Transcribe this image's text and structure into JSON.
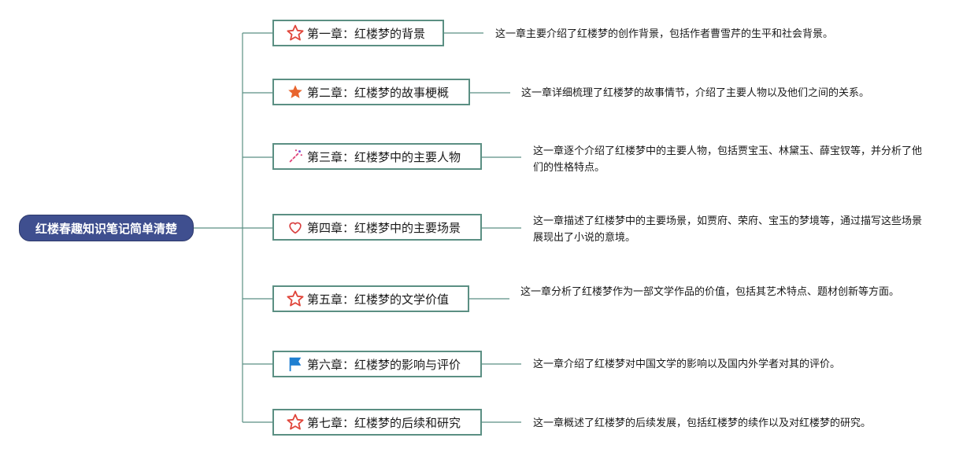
{
  "root": {
    "label": "红楼春趣知识笔记简单清楚"
  },
  "chapters": [
    {
      "title": "第一章：红楼梦的背景",
      "icon": "star-outline-icon",
      "desc": "这一章主要介绍了红楼梦的创作背景，包括作者曹雪芹的生平和社会背景。"
    },
    {
      "title": "第二章：红楼梦的故事梗概",
      "icon": "star-filled-icon",
      "desc": "这一章详细梳理了红楼梦的故事情节，介绍了主要人物以及他们之间的关系。"
    },
    {
      "title": "第三章：红楼梦中的主要人物",
      "icon": "sparkle-wand-icon",
      "desc": "这一章逐个介绍了红楼梦中的主要人物，包括贾宝玉、林黛玉、薛宝钗等，并分析了他们的性格特点。"
    },
    {
      "title": "第四章：红楼梦中的主要场景",
      "icon": "heart-outline-icon",
      "desc": "这一章描述了红楼梦中的主要场景，如贾府、荣府、宝玉的梦境等，通过描写这些场景展现出了小说的意境。"
    },
    {
      "title": "第五章：红楼梦的文学价值",
      "icon": "star-outline-icon",
      "desc": "这一章分析了红楼梦作为一部文学作品的价值，包括其艺术特点、题材创新等方面。"
    },
    {
      "title": "第六章：红楼梦的影响与评价",
      "icon": "flag-icon",
      "desc": "这一章介绍了红楼梦对中国文学的影响以及国内外学者对其的评价。"
    },
    {
      "title": "第七章：红楼梦的后续和研究",
      "icon": "star-outline-icon",
      "desc": "这一章概述了红楼梦的后续发展，包括红楼梦的续作以及对红楼梦的研究。"
    }
  ],
  "colors": {
    "root_bg": "#3f4f8f",
    "line": "#5b8f83",
    "star": "#e0453a",
    "flag": "#1f7fd1",
    "heart": "#d94040",
    "wand": "#e0457a"
  }
}
